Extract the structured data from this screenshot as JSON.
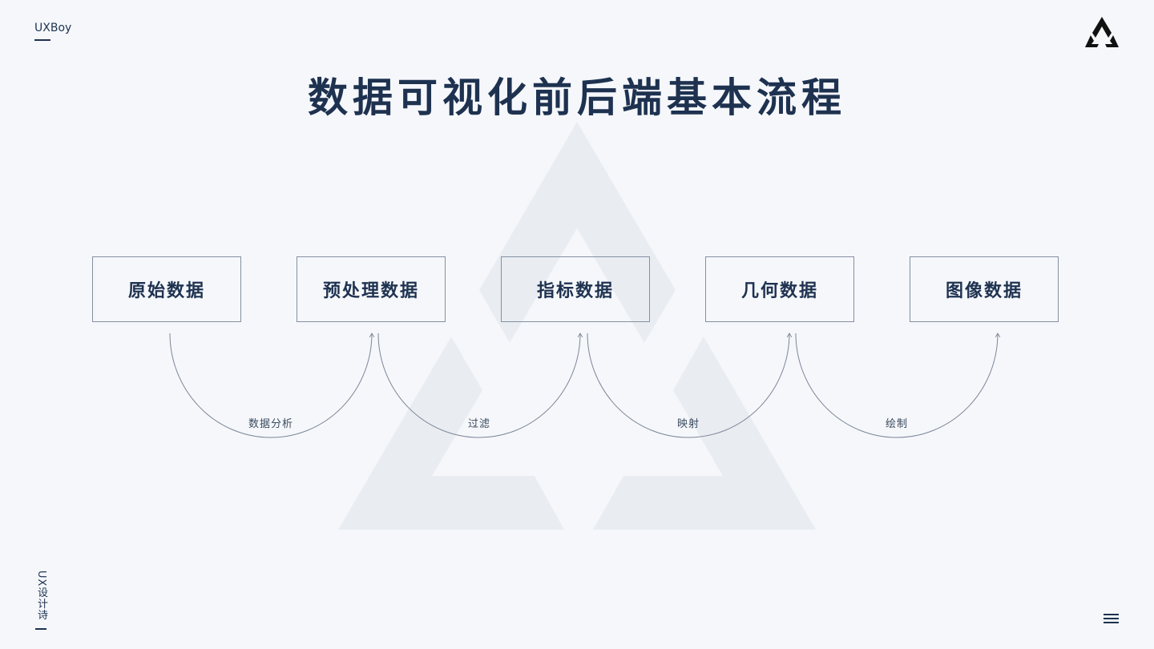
{
  "brand": {
    "name": "UXBoy"
  },
  "title": "数据可视化前后端基本流程",
  "side_text": "UX设计诗",
  "nodes": [
    {
      "label": "原始数据"
    },
    {
      "label": "预处理数据"
    },
    {
      "label": "指标数据"
    },
    {
      "label": "几何数据"
    },
    {
      "label": "图像数据"
    }
  ],
  "edges": [
    {
      "from": "原始数据",
      "to": "预处理数据",
      "label": "数据分析"
    },
    {
      "from": "预处理数据",
      "to": "指标数据",
      "label": "过滤"
    },
    {
      "from": "指标数据",
      "to": "几何数据",
      "label": "映射"
    },
    {
      "from": "几何数据",
      "to": "图像数据",
      "label": "绘制"
    }
  ],
  "icons": {
    "logo": "triangle-logo-icon",
    "menu": "menu-icon"
  },
  "colors": {
    "background": "#f5f7fb",
    "text": "#1e3250",
    "box_border": "#8490a0",
    "watermark": "#e9edf2"
  }
}
